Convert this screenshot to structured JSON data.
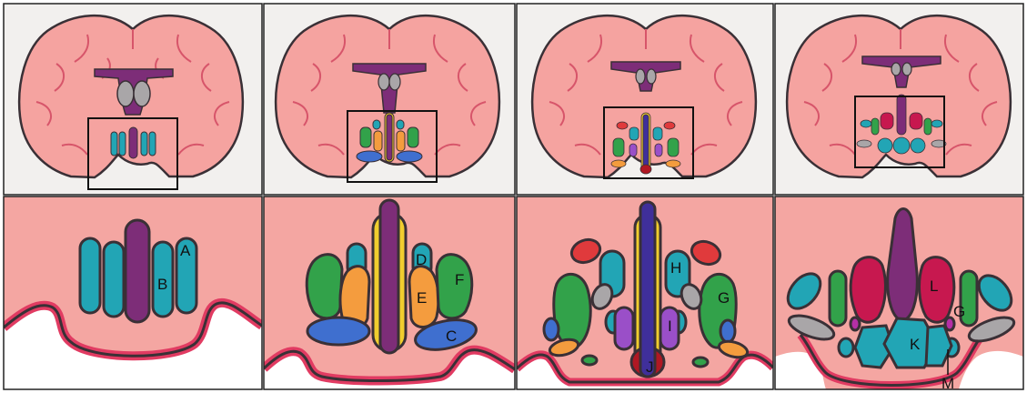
{
  "colors": {
    "cortex": "#f5a3a0",
    "cortex_edge": "#e8727a",
    "outline": "#3a3036",
    "ventricle": "#7d2d78",
    "gray_nucleus": "#a9a6a8",
    "teal": "#22a5b5",
    "green": "#32a24a",
    "orange": "#f49c3e",
    "blue": "#3f6fcf",
    "yellow": "#f0cd2e",
    "red": "#e03a3c",
    "crimson": "#c7184f",
    "purple": "#9a4fc8",
    "magenta": "#b52fa6",
    "dark_red": "#b01823",
    "background": "#f2f0ee"
  },
  "panel_labels": {
    "p1": [
      "A",
      "B"
    ],
    "p2": [
      "C",
      "D",
      "E",
      "F"
    ],
    "p3": [
      "G",
      "H",
      "I",
      "J"
    ],
    "p4": [
      "G",
      "K",
      "L",
      "M"
    ]
  }
}
